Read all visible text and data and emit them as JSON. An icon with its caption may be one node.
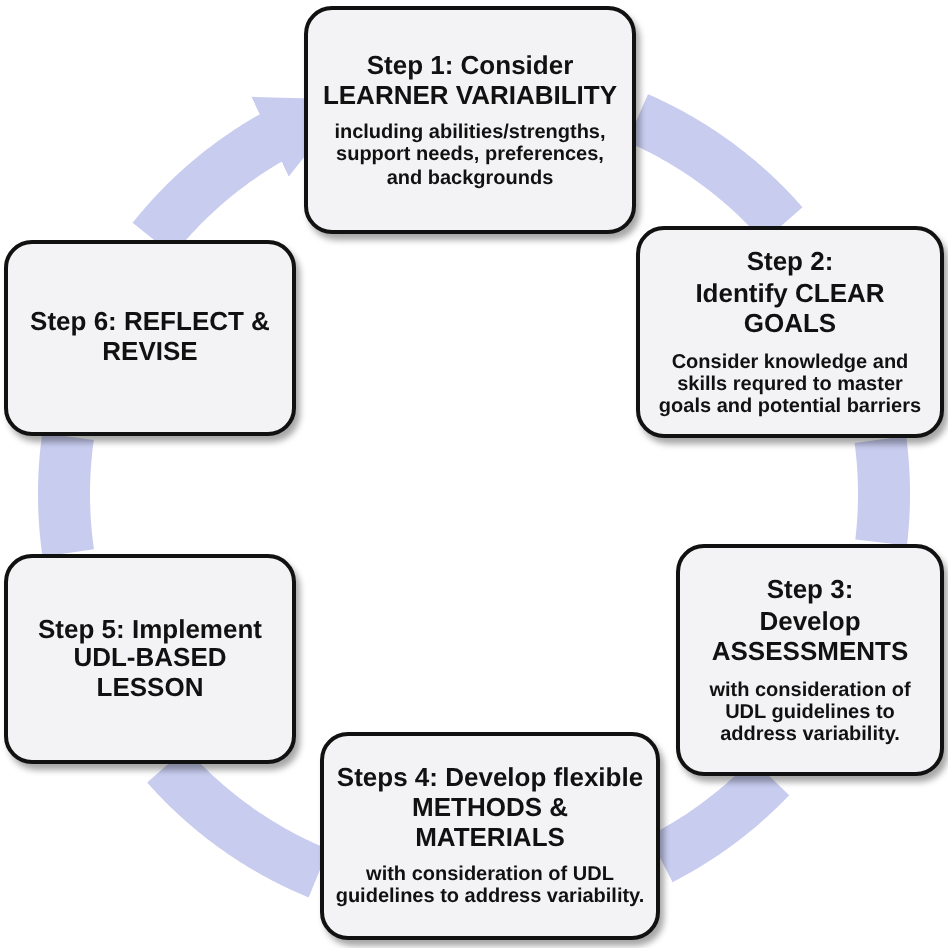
{
  "diagram": {
    "nodes": [
      {
        "text": [
          "Step 1: Consider LEARNER VARIABILITY",
          "including abilities/strengths, support needs, preferences, and backgrounds"
        ]
      },
      {
        "text": [
          "Step 2:",
          "Identify CLEAR GOALS",
          "Consider knowledge and skills requred to master goals and potential barriers"
        ]
      },
      {
        "text": [
          "Step 3:",
          "Develop ASSESSMENTS",
          "with consideration of UDL guidelines to address variability."
        ]
      },
      {
        "text": [
          "Steps 4: Develop flexible METHODS & MATERIALS",
          "with consideration of UDL guidelines to address variability."
        ]
      },
      {
        "text": [
          "Step 5: Implement UDL-BASED LESSON"
        ]
      },
      {
        "text": [
          "Step 6: REFLECT & REVISE"
        ]
      }
    ],
    "edges": [
      {
        "from": 0,
        "to": 1,
        "arrow": "none"
      },
      {
        "from": 1,
        "to": 2,
        "arrow": "none"
      },
      {
        "from": 2,
        "to": 3,
        "arrow": "none"
      },
      {
        "from": 3,
        "to": 4,
        "arrow": "none"
      },
      {
        "from": 4,
        "to": 5,
        "arrow": "none"
      },
      {
        "from": 5,
        "to": 0,
        "arrow": "to"
      }
    ]
  }
}
